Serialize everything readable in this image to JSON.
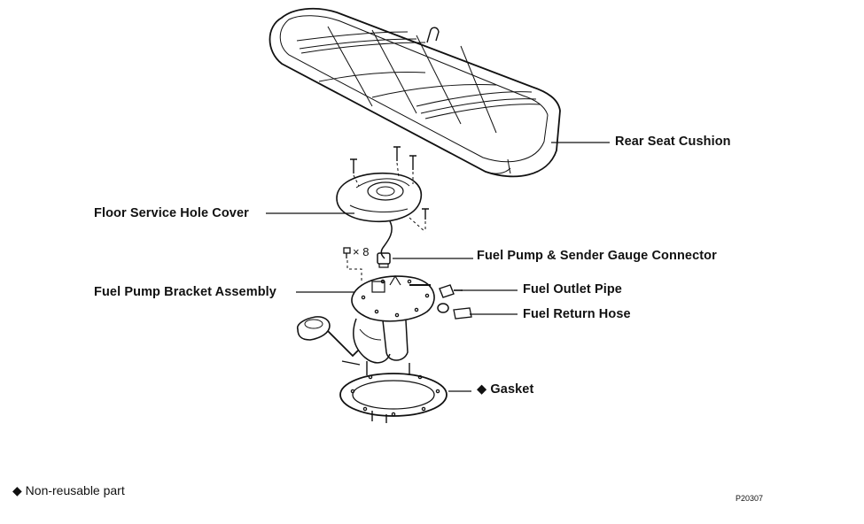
{
  "labels": {
    "rear_seat_cushion": "Rear Seat Cushion",
    "floor_service_hole_cover": "Floor Service Hole Cover",
    "connector": "Fuel Pump & Sender Gauge Connector",
    "bracket_assembly": "Fuel Pump Bracket Assembly",
    "outlet_pipe": "Fuel Outlet Pipe",
    "return_hose": "Fuel Return Hose",
    "gasket": "Gasket"
  },
  "bolt_quantity": "× 8",
  "legend": {
    "symbol": "◆",
    "text": "Non-reusable part"
  },
  "figure_code": "P20307",
  "colors": {
    "ink": "#111111",
    "background": "#ffffff"
  }
}
